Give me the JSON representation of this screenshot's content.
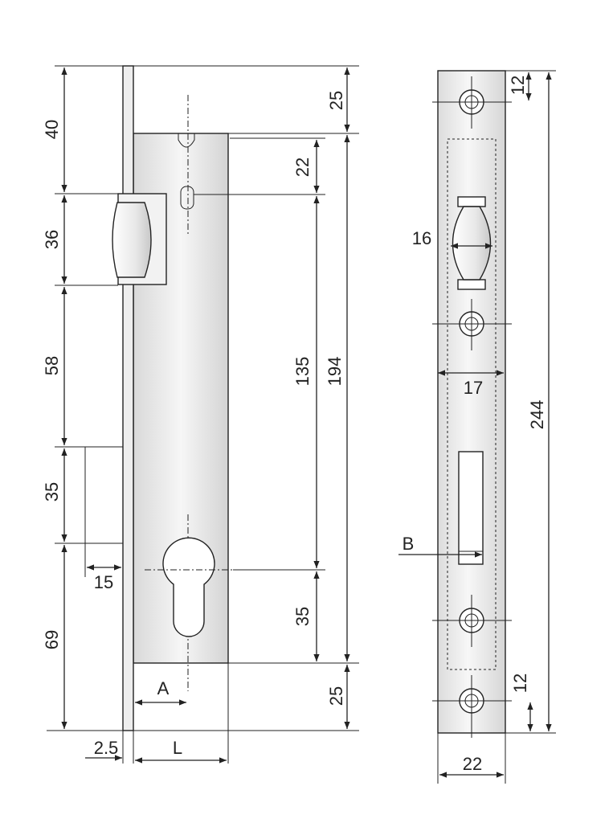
{
  "side_view": {
    "left_dims": [
      "40",
      "36",
      "58",
      "35",
      "69"
    ],
    "right_dims": [
      "25",
      "22",
      "135",
      "194",
      "35",
      "25"
    ],
    "bottom_labels": [
      "2.5",
      "L",
      "A",
      "15"
    ]
  },
  "front_view": {
    "dims": [
      "12",
      "16",
      "17",
      "244",
      "B",
      "12",
      "22"
    ]
  },
  "colors": {
    "line": "#222222",
    "body_light": "#f6f6f6",
    "body_dark": "#d9d9d9"
  }
}
